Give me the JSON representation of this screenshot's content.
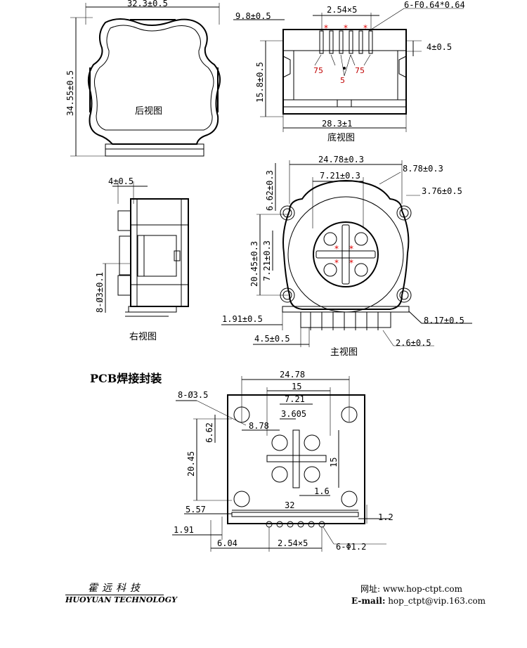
{
  "views": {
    "back": "后视图",
    "bottom": "底视图",
    "right": "右视图",
    "front": "主视图"
  },
  "pcb_title": "PCB焊接封装",
  "dims": {
    "back_w": "32.3±0.5",
    "back_h": "34.55±0.5",
    "b_98": "9.8±0.5",
    "b_pitch": "2.54×5",
    "b_pins": "6-F0.64*0.64",
    "b_4": "4±0.5",
    "b_158": "15.8±0.5",
    "b_283": "28.3±1",
    "b_75a": "75",
    "b_75b": "75",
    "b_5": "5",
    "r_4": "4±0.5",
    "r_holes": "8-Ø3±0.1",
    "f_2478": "24.78±0.3",
    "f_721": "7.21±0.3",
    "f_878": "8.78±0.3",
    "f_376": "3.76±0.5",
    "f_662": "6.62±0.3",
    "f_2045": "20.45±0.3",
    "f_721v": "7.21±0.3",
    "f_191": "1.91±0.5",
    "f_817": "8.17±0.5",
    "f_45": "4.5±0.5",
    "f_26": "2.6±0.5",
    "p_2478": "24.78",
    "p_15": "15",
    "p_holes": "8-Ø3.5",
    "p_721": "7.21",
    "p_3605": "3.605",
    "p_878": "8.78",
    "p_662": "6.62",
    "p_2045": "20.45",
    "p_15v": "15",
    "p_16": "1.6",
    "p_557": "5.57",
    "p_32": "32",
    "p_12": "1.2",
    "p_191": "1.91",
    "p_604": "6.04",
    "p_pitch": "2.54×5",
    "p_pins": "6-Φ1.2"
  },
  "footer": {
    "brand_cn": "霍远科技",
    "brand_en": "HUOYUAN TECHNOLOGY",
    "web_label": "网址:",
    "web_value": "www.hop-ctpt.com",
    "email_label": "E-mail:",
    "email_value": "hop_ctpt@vip.163.com"
  }
}
